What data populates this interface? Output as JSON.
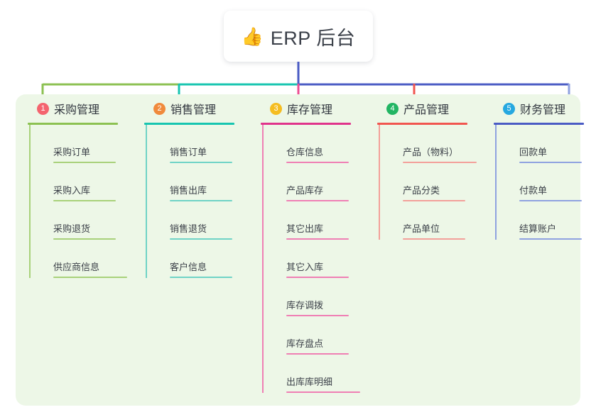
{
  "diagram": {
    "type": "mindmap",
    "title": "ERP 后台",
    "root": {
      "icon": "thumbs-up-icon",
      "emoji": "👍",
      "label": "ERP 后台"
    },
    "panel_background": "#edf7e7",
    "page_background": "#ffffff",
    "branches": [
      {
        "number": "1",
        "label": "采购管理",
        "badge_color": "#f4646e",
        "line_color": "#8cc152",
        "leaf_line_color": "#a8d17a",
        "drop_color": "#8cc152",
        "children": [
          {
            "label": "采购订单"
          },
          {
            "label": "采购入库"
          },
          {
            "label": "采购退货"
          },
          {
            "label": "供应商信息"
          }
        ]
      },
      {
        "number": "2",
        "label": "销售管理",
        "badge_color": "#f08a3c",
        "line_color": "#17c5b0",
        "leaf_line_color": "#6fd3c6",
        "drop_color": "#17c5b0",
        "children": [
          {
            "label": "销售订单"
          },
          {
            "label": "销售出库"
          },
          {
            "label": "销售退货"
          },
          {
            "label": "客户信息"
          }
        ]
      },
      {
        "number": "3",
        "label": "库存管理",
        "badge_color": "#f5bd21",
        "line_color": "#e0338b",
        "leaf_line_color": "#ef7fb4",
        "drop_color": "#ee4d93",
        "children": [
          {
            "label": "仓库信息"
          },
          {
            "label": "产品库存"
          },
          {
            "label": "其它出库"
          },
          {
            "label": "其它入库"
          },
          {
            "label": "库存调拨"
          },
          {
            "label": "库存盘点"
          },
          {
            "label": "出库库明细"
          }
        ]
      },
      {
        "number": "4",
        "label": "产品管理",
        "badge_color": "#22b563",
        "line_color": "#f1554f",
        "leaf_line_color": "#f3a09a",
        "drop_color": "#f1554f",
        "children": [
          {
            "label": "产品（物料）"
          },
          {
            "label": "产品分类"
          },
          {
            "label": "产品单位"
          }
        ]
      },
      {
        "number": "5",
        "label": "财务管理",
        "badge_color": "#26a8e0",
        "line_color": "#4a5bc4",
        "leaf_line_color": "#8fa2e0",
        "drop_color": "#8fa2e0",
        "children": [
          {
            "label": "回款单"
          },
          {
            "label": "付款单"
          },
          {
            "label": "结算账户"
          }
        ]
      }
    ],
    "trunk": {
      "color": "#4a5bc4",
      "bus_segments": [
        {
          "color": "#8cc152"
        },
        {
          "color": "#17c5b0"
        },
        {
          "color": "#4a5bc4"
        }
      ]
    }
  }
}
